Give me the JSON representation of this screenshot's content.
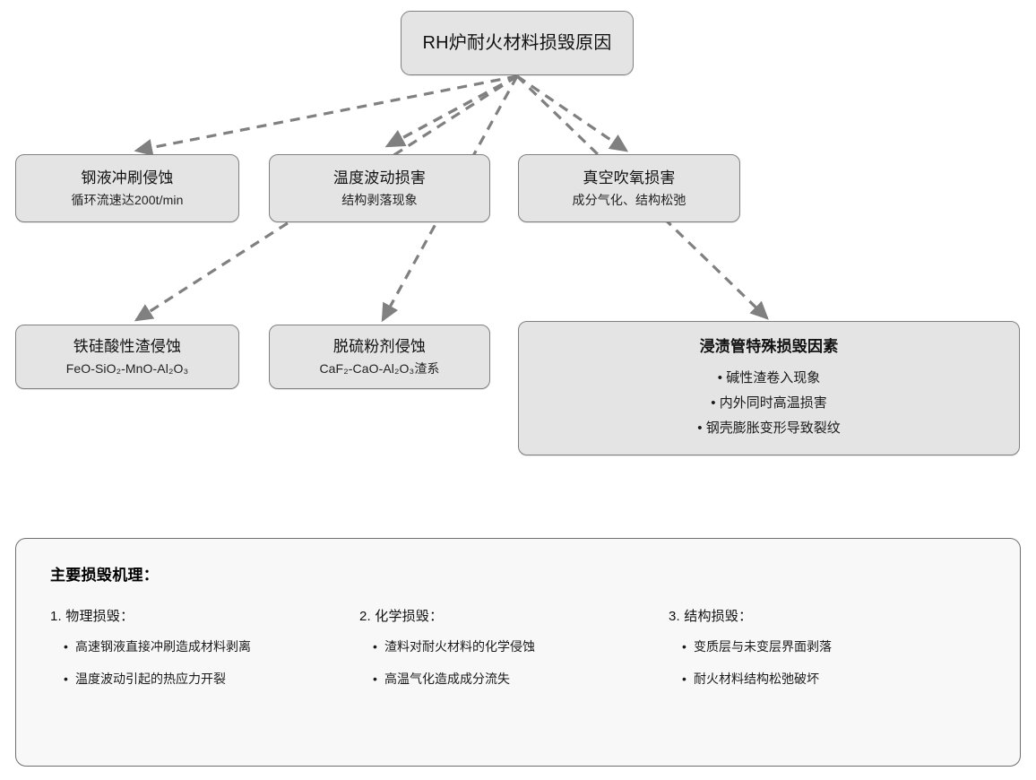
{
  "diagram": {
    "accent_border": "#808080",
    "node_fill": "#e4e4e4",
    "panel_fill": "#f8f8f8",
    "connector_color": "#808080",
    "root": {
      "title": "RH炉耐火材料损毁原因"
    },
    "nodes": [
      {
        "id": "steel",
        "title": "钢液冲刷侵蚀",
        "subtitle": "循环流速达200t/min"
      },
      {
        "id": "temp",
        "title": "温度波动损害",
        "subtitle": "结构剥落现象"
      },
      {
        "id": "vacuum",
        "title": "真空吹氧损害",
        "subtitle": "成分气化、结构松弛"
      },
      {
        "id": "ferro",
        "title": "铁硅酸性渣侵蚀",
        "subtitle": "FeO-SiO₂-MnO-Al₂O₃"
      },
      {
        "id": "desulf",
        "title": "脱硫粉剂侵蚀",
        "subtitle": "CaF₂-CaO-Al₂O₃渣系"
      }
    ],
    "snorkel": {
      "title": "浸渍管特殊损毁因素",
      "bullets": [
        "• 碱性渣卷入现象",
        "• 内外同时高温损害",
        "• 钢壳膨胀变形导致裂纹"
      ]
    }
  },
  "mechanism": {
    "heading": "主要损毁机理：",
    "columns": [
      {
        "title": "1. 物理损毁：",
        "items": [
          "高速钢液直接冲刷造成材料剥离",
          "温度波动引起的热应力开裂"
        ]
      },
      {
        "title": "2. 化学损毁：",
        "items": [
          "渣料对耐火材料的化学侵蚀",
          "高温气化造成成分流失"
        ]
      },
      {
        "title": "3. 结构损毁：",
        "items": [
          "变质层与未变层界面剥落",
          "耐火材料结构松弛破坏"
        ]
      }
    ],
    "bullet_glyph": "•"
  }
}
